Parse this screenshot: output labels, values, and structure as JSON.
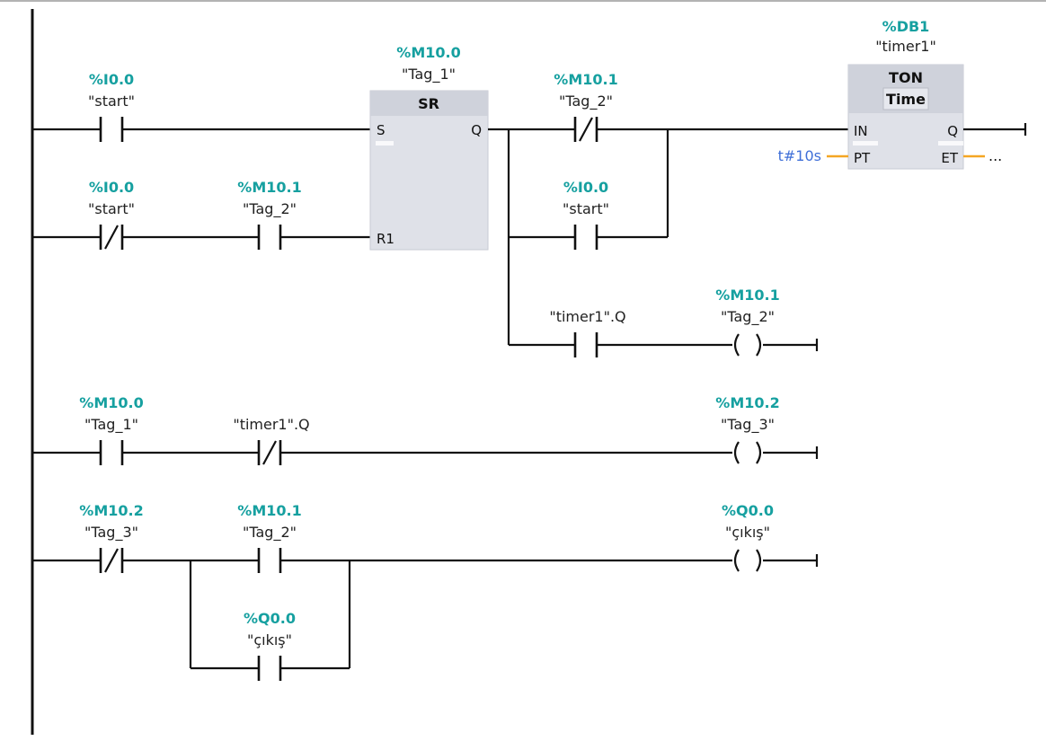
{
  "networks": {
    "n1": {
      "c_start": {
        "addr": "%I0.0",
        "sym": "\"start\""
      },
      "c_start_n": {
        "addr": "%I0.0",
        "sym": "\"start\""
      },
      "c_tag2": {
        "addr": "%M10.1",
        "sym": "\"Tag_2\""
      },
      "sr": {
        "addr": "%M10.0",
        "sym": "\"Tag_1\"",
        "title": "SR",
        "pin_s": "S",
        "pin_r1": "R1",
        "pin_q": "Q"
      },
      "c_tag2_n": {
        "addr": "%M10.1",
        "sym": "\"Tag_2\""
      },
      "c_start_p": {
        "addr": "%I0.0",
        "sym": "\"start\""
      },
      "c_timerq": {
        "sym": "\"timer1\".Q"
      },
      "coil_tag2": {
        "addr": "%M10.1",
        "sym": "\"Tag_2\""
      },
      "ton": {
        "db": "%DB1",
        "inst": "\"timer1\"",
        "title": "TON",
        "subtitle": "Time",
        "pin_in": "IN",
        "pin_pt": "PT",
        "pin_q": "Q",
        "pin_et": "ET",
        "pt_value": "t#10s",
        "et_value": "..."
      }
    },
    "n2": {
      "c_tag1": {
        "addr": "%M10.0",
        "sym": "\"Tag_1\""
      },
      "c_timerq_n": {
        "sym": "\"timer1\".Q"
      },
      "coil_tag3": {
        "addr": "%M10.2",
        "sym": "\"Tag_3\""
      }
    },
    "n3": {
      "c_tag3_n": {
        "addr": "%M10.2",
        "sym": "\"Tag_3\""
      },
      "c_tag2": {
        "addr": "%M10.1",
        "sym": "\"Tag_2\""
      },
      "c_cikis": {
        "addr": "%Q0.0",
        "sym": "\"çıkış\""
      },
      "coil_cikis": {
        "addr": "%Q0.0",
        "sym": "\"çıkış\""
      }
    }
  },
  "colors": {
    "address": "#16a0a0",
    "block_fill": "#dfe1e8",
    "block_header": "#cfd2db",
    "pt_line": "#f5a623",
    "pt_text": "#3f6fd8"
  }
}
